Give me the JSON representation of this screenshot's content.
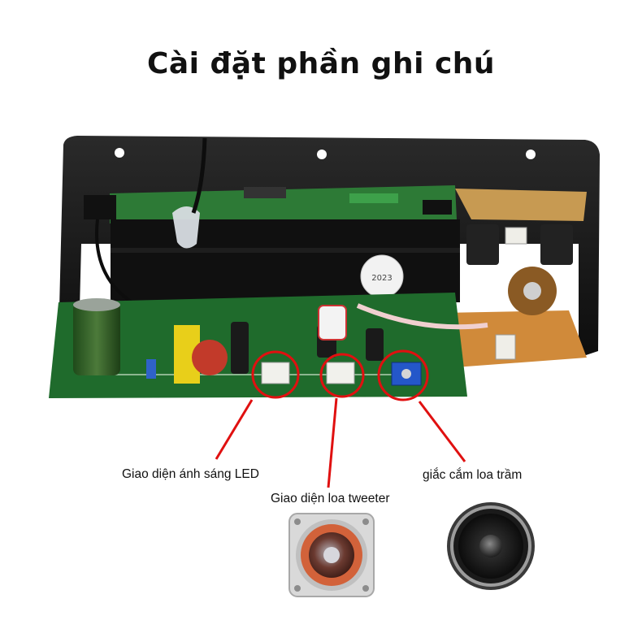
{
  "title": "Cài đặt phần ghi chú",
  "annotations": {
    "led": "Giao diện ánh sáng LED",
    "tweeter": "Giao diện loa tweeter",
    "woofer": "giắc cắm loa trầm"
  },
  "board_sticker": "2023",
  "colors": {
    "highlight": "#e01010",
    "pcb_green": "#1f6b2c",
    "plate_black": "#151515",
    "connector_blue": "#2457c9"
  }
}
